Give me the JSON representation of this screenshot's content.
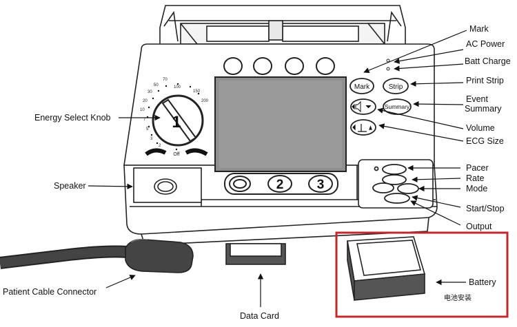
{
  "labels": {
    "mark": "Mark",
    "ac_power": "AC Power",
    "batt_charge": "Batt Charge",
    "print_strip": "Print Strip",
    "event_summary_line1": "Event",
    "event_summary_line2": "Summary",
    "volume": "Volume",
    "ecg_size": "ECG Size",
    "energy_select_knob": "Energy Select Knob",
    "speaker": "Speaker",
    "pacer": "Pacer",
    "rate": "Rate",
    "mode": "Mode",
    "start_stop": "Start/Stop",
    "output": "Output",
    "battery": "Battery",
    "battery_cn": "电池安装",
    "patient_cable_connector": "Patient Cable Connector",
    "data_card": "Data Card"
  },
  "buttons": {
    "mark": "Mark",
    "strip": "Strip",
    "summary": "Summary",
    "softkey_2": "2",
    "softkey_3": "3"
  },
  "knob": {
    "number": "1",
    "off": "Off",
    "scale": [
      "2",
      "3",
      "5",
      "7",
      "10",
      "20",
      "30",
      "50",
      "70",
      "100",
      "150",
      "200"
    ]
  },
  "colors": {
    "outline": "#222222",
    "screen": "#8f8f8f",
    "highlight_box": "#c0282d"
  }
}
